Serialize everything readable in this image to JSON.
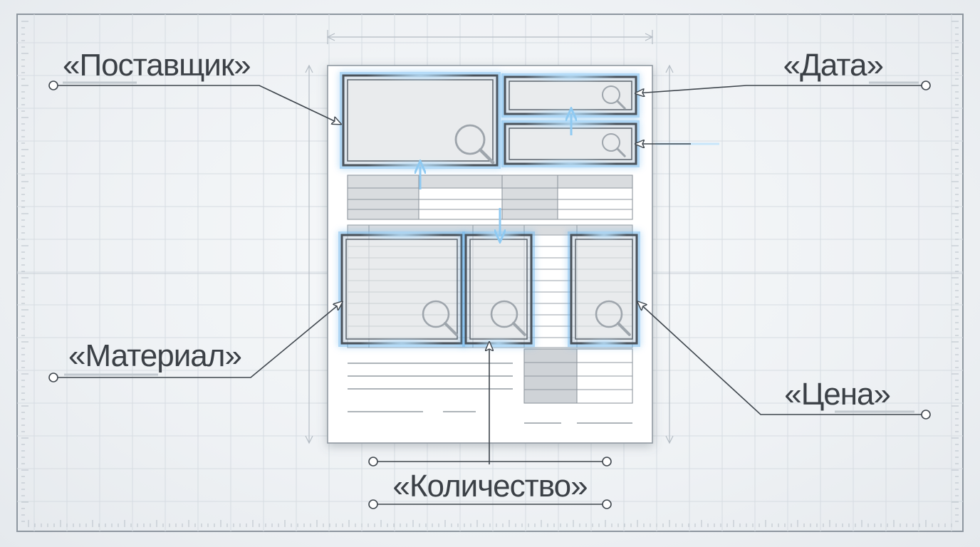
{
  "labels": {
    "supplier": "«Поставщик»",
    "date": "«Дата»",
    "material": "«Материал»",
    "price": "«Цена»",
    "quantity": "«Количество»"
  },
  "fields": [
    {
      "name": "supplier-field",
      "icon": "magnifier-icon"
    },
    {
      "name": "date-field",
      "icon": "magnifier-icon"
    },
    {
      "name": "date-secondary-field",
      "icon": "magnifier-icon"
    },
    {
      "name": "material-field",
      "icon": "magnifier-icon"
    },
    {
      "name": "quantity-field",
      "icon": "magnifier-icon"
    },
    {
      "name": "price-field",
      "icon": "magnifier-icon"
    }
  ],
  "colors": {
    "background": "#eef1f4",
    "grid": "#d4dae0",
    "page": "#ffffff",
    "highlight_glow": "#6fb8ee",
    "frame": "#4a525a",
    "text": "#3b4046"
  }
}
